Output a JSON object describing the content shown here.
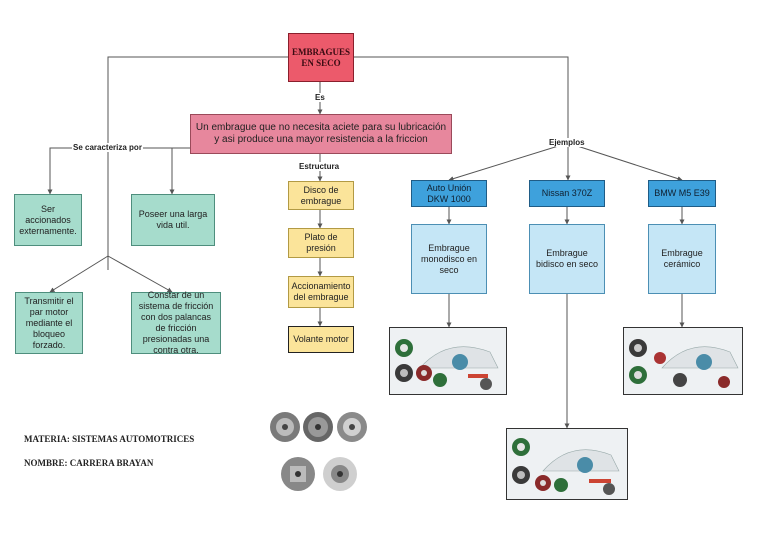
{
  "root": {
    "title_line1": "EMBRAGUES",
    "title_line2": "EN SECO"
  },
  "edge_labels": {
    "es": "Es",
    "se_caracteriza": "Se caracteriza por",
    "estructura": "Estructura",
    "ejemplos": "Ejemplos"
  },
  "definition": "Un embrague que no necesita aciete para su lubricación y asi produce  una mayor resistencia a la friccion",
  "characteristics": [
    "Ser accionados externamente.",
    "Poseer una larga vida util.",
    "Transmitir el par motor mediante el bloqueo forzado.",
    "Constar de un sistema de fricción con dos palancas de fricción presionadas una contra otra."
  ],
  "structure": [
    "Disco de embrague",
    "Plato de presión",
    "Accionamiento del embrague",
    "Volante motor"
  ],
  "examples": [
    {
      "car": "Auto Unión DKW 1000",
      "type": "Embrague monodisco en seco"
    },
    {
      "car": "Nissan 370Z",
      "type": "Embrague bidisco en seco"
    },
    {
      "car": "BMW M5 E39",
      "type": "Embrague cerámico"
    }
  ],
  "footer": {
    "materia": "MATERIA: SISTEMAS AUTOMOTRICES",
    "nombre": "NOMBRE: CARRERA BRAYAN"
  },
  "colors": {
    "root": "#ec5a6b",
    "definition": "#e7879d",
    "characteristic": "#a6dccc",
    "structure": "#fbe49a",
    "car": "#3ea1dc",
    "clutch_type": "#c5e6f6"
  }
}
